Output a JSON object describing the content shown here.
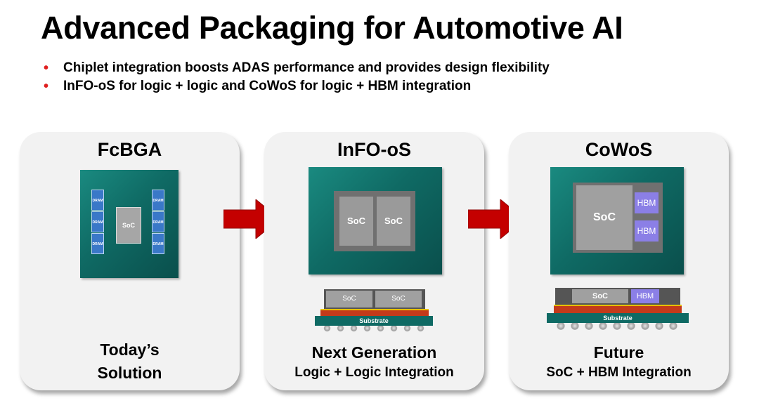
{
  "title": "Advanced Packaging for Automotive AI",
  "bullets": [
    "Chiplet integration boosts ADAS performance and provides design flexibility",
    "InFO-oS for logic + logic and CoWoS for logic + HBM integration"
  ],
  "panels": [
    {
      "title": "FcBGA",
      "caption_line1": "Today’s",
      "caption_line2": "Solution",
      "chip_labels": {
        "dram": "DRAM",
        "soc": "SoC"
      }
    },
    {
      "title": "InFO-oS",
      "caption_line1": "Next Generation",
      "caption_line2": "Logic + Logic Integration",
      "chip_labels": {
        "soc1": "SoC",
        "soc2": "SoC"
      },
      "cross_section": {
        "die1": "SoC",
        "die2": "SoC",
        "substrate": "Substrate"
      }
    },
    {
      "title": "CoWoS",
      "caption_line1": "Future",
      "caption_line2": "SoC + HBM Integration",
      "chip_labels": {
        "soc": "SoC",
        "hbm1": "HBM",
        "hbm2": "HBM"
      },
      "cross_section": {
        "die1": "SoC",
        "die2": "HBM",
        "substrate": "Substrate"
      }
    }
  ],
  "colors": {
    "bullet": "#e02020",
    "arrow": "#c40000",
    "package": "#0f6a64",
    "hbm": "#8b7fe6",
    "dram": "#3a78c8"
  },
  "icons": [
    "right-arrow-icon",
    "right-arrow-icon"
  ]
}
